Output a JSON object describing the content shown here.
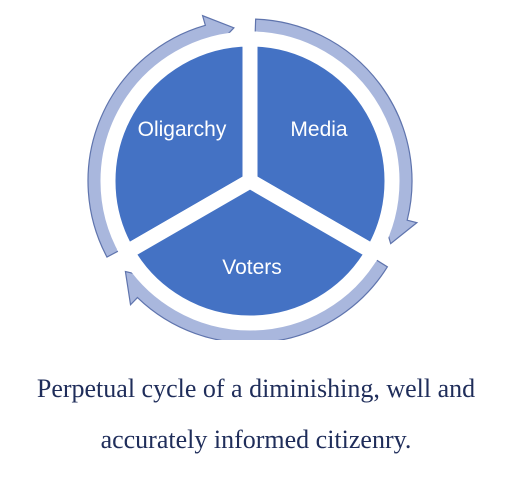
{
  "diagram": {
    "segments": [
      {
        "label": "Oligarchy"
      },
      {
        "label": "Media"
      },
      {
        "label": "Voters"
      }
    ],
    "colors": {
      "segment_fill": "#4472c4",
      "segment_stroke": "#ffffff",
      "arrow_fill": "#a9b7dd",
      "arrow_stroke": "#5f74ad",
      "label": "#ffffff"
    }
  },
  "caption": {
    "line1": "Perpetual cycle of a diminishing, well and",
    "line2": "accurately informed citizenry."
  }
}
